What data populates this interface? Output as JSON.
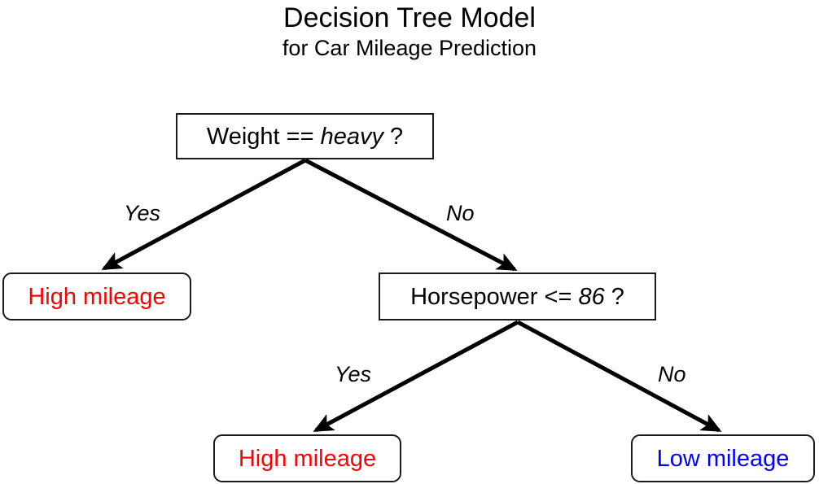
{
  "title": {
    "main": "Decision Tree Model",
    "sub": "for Car Mileage Prediction"
  },
  "colors": {
    "high_mileage": "#FF0000",
    "low_mileage": "#0000FF",
    "node_border": "#000000",
    "background": "#FFFFFF",
    "edge": "#000000"
  },
  "chart_data": {
    "type": "tree",
    "title": "Decision Tree Model for Car Mileage Prediction",
    "nodes": [
      {
        "id": "root",
        "kind": "decision",
        "label_prefix": "Weight == ",
        "label_value": "heavy",
        "label_suffix": " ?",
        "text": "Weight == heavy ?",
        "feature": "Weight",
        "operator": "==",
        "threshold": "heavy",
        "shape": "rectangle"
      },
      {
        "id": "leaf-high-1",
        "kind": "leaf",
        "text": "High mileage",
        "prediction": "High mileage",
        "color": "#FF0000",
        "shape": "rounded-rectangle"
      },
      {
        "id": "horsepower",
        "kind": "decision",
        "label_prefix": "Horsepower <= ",
        "label_value": "86",
        "label_suffix": " ?",
        "text": "Horsepower <= 86 ?",
        "feature": "Horsepower",
        "operator": "<=",
        "threshold": "86",
        "shape": "rectangle"
      },
      {
        "id": "leaf-high-2",
        "kind": "leaf",
        "text": "High mileage",
        "prediction": "High mileage",
        "color": "#FF0000",
        "shape": "rounded-rectangle"
      },
      {
        "id": "leaf-low",
        "kind": "leaf",
        "text": "Low mileage",
        "prediction": "Low mileage",
        "color": "#0000FF",
        "shape": "rounded-rectangle"
      }
    ],
    "edges": [
      {
        "from": "root",
        "to": "leaf-high-1",
        "label": "Yes"
      },
      {
        "from": "root",
        "to": "horsepower",
        "label": "No"
      },
      {
        "from": "horsepower",
        "to": "leaf-high-2",
        "label": "Yes"
      },
      {
        "from": "horsepower",
        "to": "leaf-low",
        "label": "No"
      }
    ]
  },
  "labels": {
    "yes_1": "Yes",
    "no_1": "No",
    "yes_2": "Yes",
    "no_2": "No"
  }
}
